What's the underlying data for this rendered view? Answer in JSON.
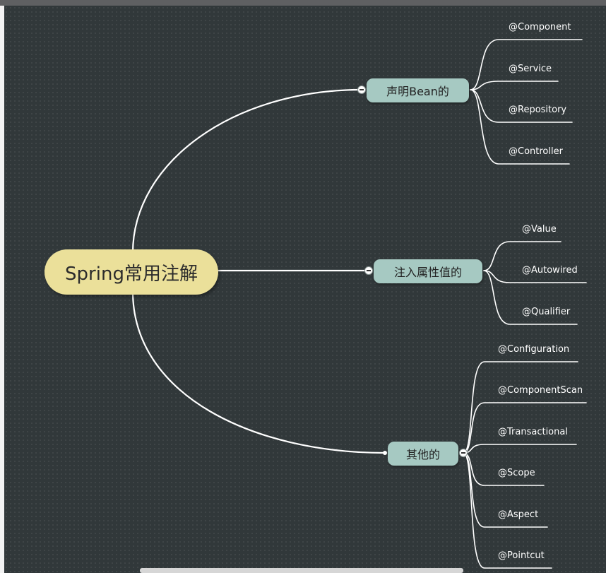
{
  "mindmap": {
    "root": "Spring常用注解",
    "branches": [
      {
        "label": "声明Bean的",
        "children": [
          "@Component",
          "@Service",
          "@Repository",
          "@Controller"
        ]
      },
      {
        "label": "注入属性值的",
        "children": [
          "@Value",
          "@Autowired",
          "@Qualifier"
        ]
      },
      {
        "label": "其他的",
        "children": [
          "@Configuration",
          "@ComponentScan",
          "@Transactional",
          "@Scope",
          "@Aspect",
          "@Pointcut"
        ]
      }
    ]
  },
  "colors": {
    "canvas_background": "#31383a",
    "root_fill": "#ebe09a",
    "branch_fill": "#a6c9c2",
    "connector": "#ffffff"
  }
}
